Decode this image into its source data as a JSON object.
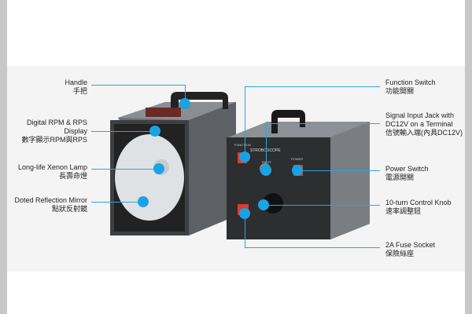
{
  "callouts_left": [
    {
      "en": "Handle",
      "zh": "手把"
    },
    {
      "en": "Digital RPM & RPS Display",
      "en_line1": "Digital RPM & RPS",
      "en_line2": "Display",
      "zh": "數字顯示RPM與RPS"
    },
    {
      "en": "Long-life Xenon Lamp",
      "zh": "長壽命燈"
    },
    {
      "en": "Doted Reflection Mirror",
      "zh": "點狀反射鏡"
    }
  ],
  "callouts_right": [
    {
      "en": "Function Switch",
      "zh": "功能開關"
    },
    {
      "en_line1": "Signal Input Jack with",
      "en_line2": "DC12V on a Terminal",
      "zh": "信號輸入端(內具DC12V)"
    },
    {
      "en": "Power Switch",
      "zh": "電源開關"
    },
    {
      "en": "10-turn Control Knob",
      "zh": "速率調整鈕"
    },
    {
      "en": "2A Fuse Socket",
      "zh": "保險絲座"
    }
  ],
  "device_panel": {
    "brand": "STROBOSCOPE",
    "function": "FUNCTION",
    "power": "POWER",
    "input": "INPUT"
  },
  "colors": {
    "accent": "#1aa3e2",
    "band": "#f4f4f4",
    "device": "#5a5d60"
  }
}
